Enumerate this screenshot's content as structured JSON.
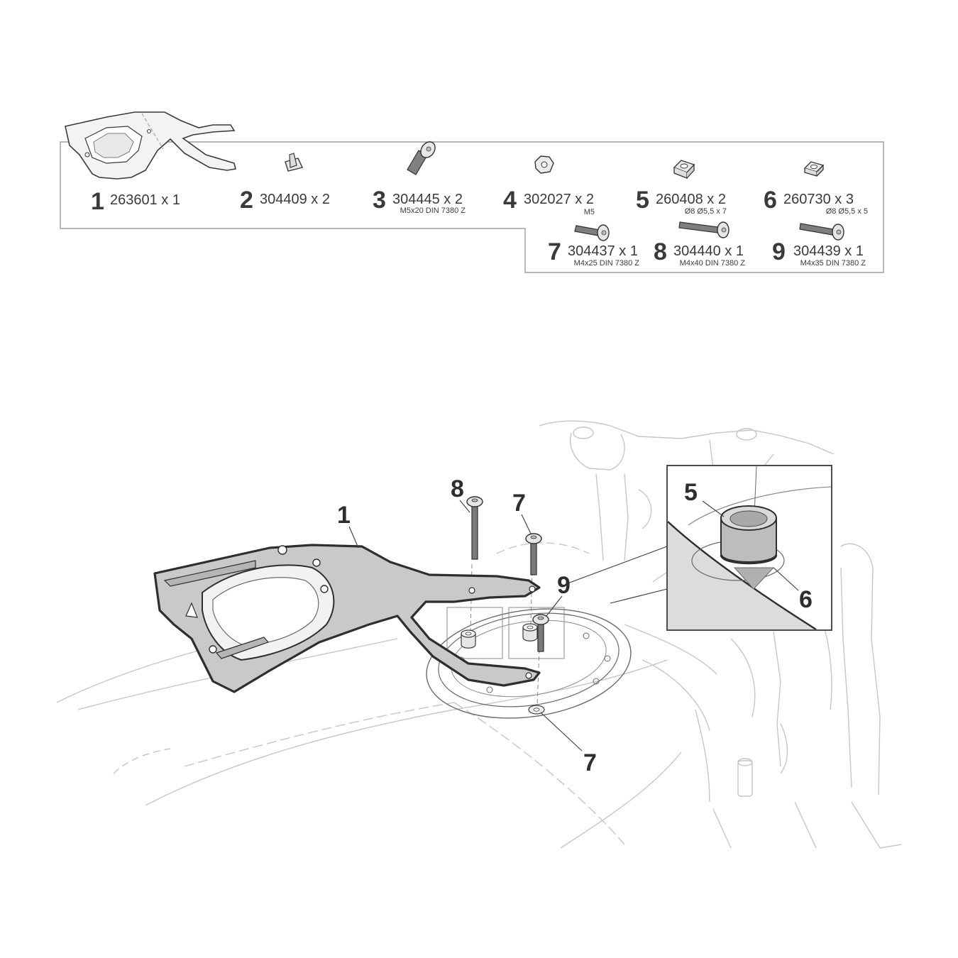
{
  "parts": [
    {
      "num": "1",
      "code": "263601 x 1",
      "spec": ""
    },
    {
      "num": "2",
      "code": "304409 x 2",
      "spec": ""
    },
    {
      "num": "3",
      "code": "304445 x 2",
      "spec": "M5x20 DIN 7380 Z"
    },
    {
      "num": "4",
      "code": "302027 x 2",
      "spec": "M5"
    },
    {
      "num": "5",
      "code": "260408 x 2",
      "spec": "Ø8 Ø5,5 x 7"
    },
    {
      "num": "6",
      "code": "260730 x 3",
      "spec": "Ø8 Ø5,5 x 5"
    },
    {
      "num": "7",
      "code": "304437 x 1",
      "spec": "M4x25 DIN 7380 Z"
    },
    {
      "num": "8",
      "code": "304440 x 1",
      "spec": "M4x40 DIN 7380 Z"
    },
    {
      "num": "9",
      "code": "304439 x 1",
      "spec": "M4x35 DIN 7380 Z"
    }
  ],
  "callouts": {
    "bracket": "1",
    "bolt_long": "8",
    "bolt_short": "7",
    "bolt_mid": "9",
    "bolt_lower": "7",
    "detail_spacer": "5",
    "detail_washer": "6"
  },
  "colors": {
    "line": "#3a3a3a",
    "light_line": "#c8c8c8",
    "bracket_fill": "#c9c9c9",
    "part_fill": "#d9d9d9"
  }
}
